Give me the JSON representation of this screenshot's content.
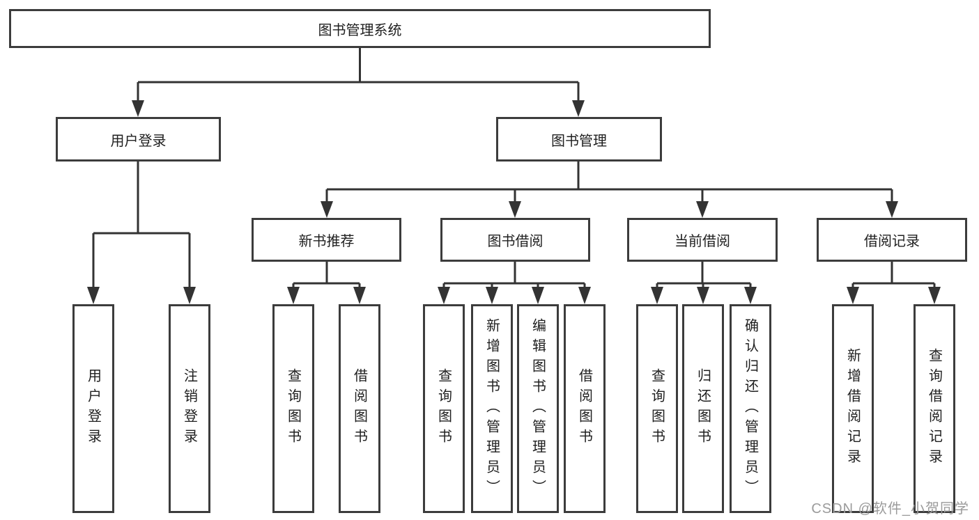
{
  "colors": {
    "line": "#333333",
    "box_border": "#3c3c3c",
    "text": "#1f1f1f",
    "watermark_text": "#9b9b9b",
    "background": "#ffffff"
  },
  "watermark": {
    "text": "CSDN @软件_小贺同学"
  },
  "tree": {
    "label": "图书管理系统",
    "children": [
      {
        "label": "用户登录",
        "children": [
          {
            "label": "用户登录"
          },
          {
            "label": "注销登录"
          }
        ]
      },
      {
        "label": "图书管理",
        "children": [
          {
            "label": "新书推荐",
            "children": [
              {
                "label": "查询图书"
              },
              {
                "label": "借阅图书"
              }
            ]
          },
          {
            "label": "图书借阅",
            "children": [
              {
                "label": "查询图书"
              },
              {
                "label": "新增图书（管理员）"
              },
              {
                "label": "编辑图书（管理员）"
              },
              {
                "label": "借阅图书"
              }
            ]
          },
          {
            "label": "当前借阅",
            "children": [
              {
                "label": "查询图书"
              },
              {
                "label": "归还图书"
              },
              {
                "label": "确认归还（管理员）"
              }
            ]
          },
          {
            "label": "借阅记录",
            "children": [
              {
                "label": "新增借阅记录"
              },
              {
                "label": "查询借阅记录"
              }
            ]
          }
        ]
      }
    ]
  }
}
